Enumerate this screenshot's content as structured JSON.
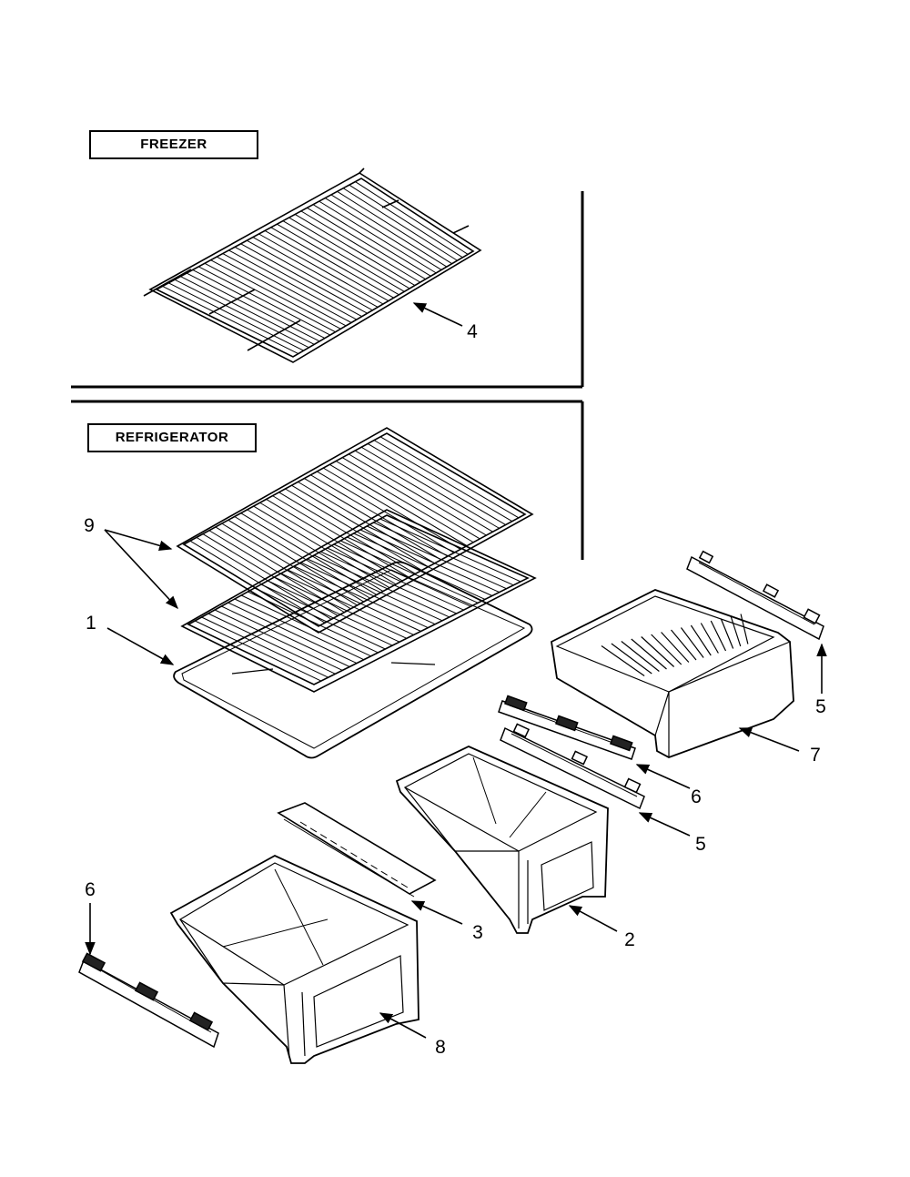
{
  "sections": {
    "freezer": "FREEZER",
    "refrigerator": "REFRIGERATOR"
  },
  "callouts": {
    "c4": "4",
    "c9": "9",
    "c1": "1",
    "c5a": "5",
    "c7": "7",
    "c6a": "6",
    "c5b": "5",
    "c6b": "6",
    "c3": "3",
    "c2": "2",
    "c8": "8"
  },
  "colors": {
    "ink": "#000000",
    "paper": "#ffffff"
  }
}
